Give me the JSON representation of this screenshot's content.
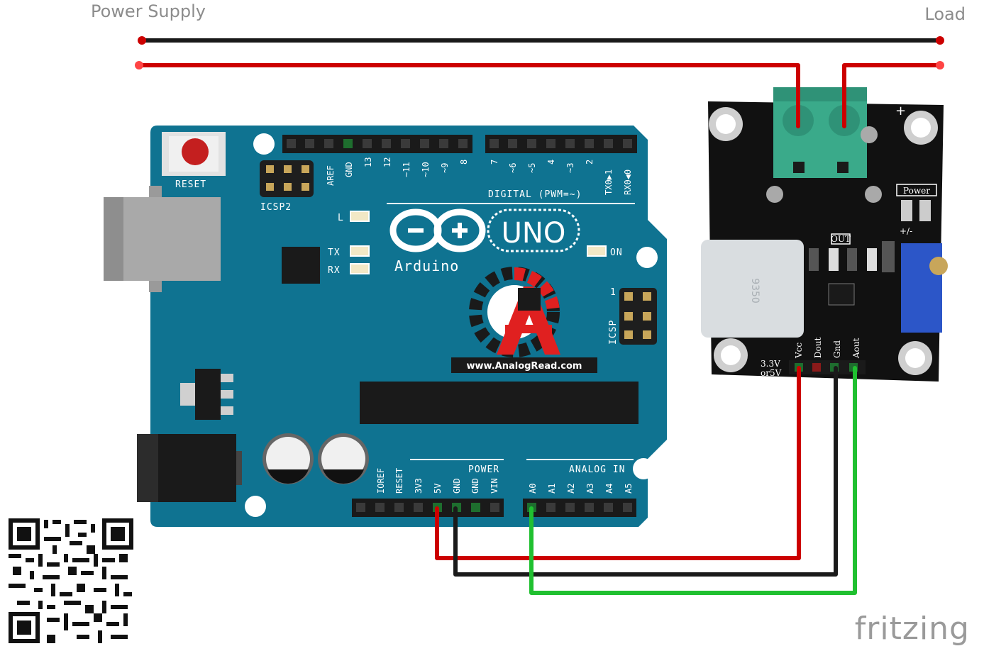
{
  "labels": {
    "power_supply": "Power Supply",
    "load": "Load",
    "fritzing": "fritzing"
  },
  "arduino": {
    "reset": "RESET",
    "icsp2": "ICSP2",
    "icsp": "ICSP",
    "icsp_pin1": "1",
    "led_l": "L",
    "led_tx": "TX",
    "led_rx": "RX",
    "led_on": "ON",
    "logo_uno": "UNO",
    "logo_arduino": "Arduino",
    "digital_label": "DIGITAL (PWM=~)",
    "digital_pins": [
      "AREF",
      "GND",
      "13",
      "12",
      "~11",
      "~10",
      "~9",
      "8",
      "7",
      "~6",
      "~5",
      "4",
      "~3",
      "2",
      "TX0▶1",
      "RX0◀0"
    ],
    "power_label": "POWER",
    "power_pins": [
      "IOREF",
      "RESET",
      "3V3",
      "5V",
      "GND",
      "GND",
      "VIN"
    ],
    "analog_label": "ANALOG IN",
    "analog_pins": [
      "A0",
      "A1",
      "A2",
      "A3",
      "A4",
      "A5"
    ],
    "watermark_url": "www.AnalogRead.com"
  },
  "module": {
    "pins": [
      "Vcc",
      "Dout",
      "Gnd",
      "Aout"
    ],
    "voltage_line1": "3.3V",
    "voltage_line2": "or5V",
    "power_led": "Power",
    "out_led": "OUT",
    "plus": "+",
    "sensor_label": "9350",
    "trimmer_mark": "+/-"
  },
  "colors": {
    "board": "#0f7391",
    "wire_red": "#cc0000",
    "wire_black": "#1a1a1a",
    "wire_green": "#20c030",
    "terminal": "#3aaa8a",
    "module_pcb": "#111111"
  }
}
